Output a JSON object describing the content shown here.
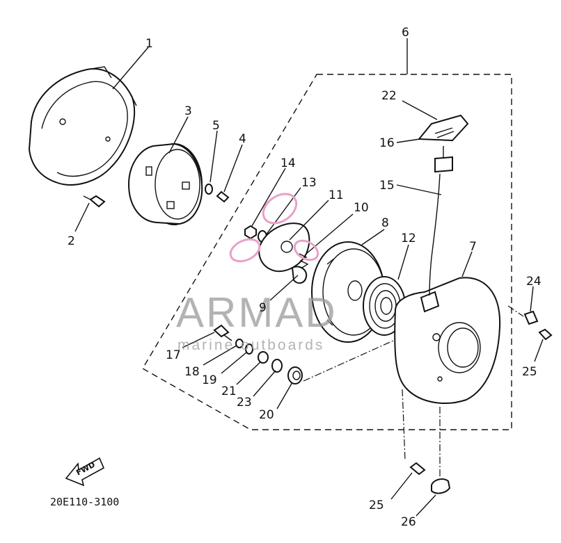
{
  "diagram": {
    "part_code": "20E110-3100",
    "fwd_label": "FWD",
    "watermark": {
      "brand": "ARMAD",
      "tagline": "marine outboards",
      "brand_color": "#e8a0c8"
    },
    "callouts": [
      {
        "id": "c1",
        "text": "1"
      },
      {
        "id": "c2",
        "text": "2"
      },
      {
        "id": "c3",
        "text": "3"
      },
      {
        "id": "c4",
        "text": "4"
      },
      {
        "id": "c5",
        "text": "5"
      },
      {
        "id": "c6",
        "text": "6"
      },
      {
        "id": "c7",
        "text": "7"
      },
      {
        "id": "c8",
        "text": "8"
      },
      {
        "id": "c9",
        "text": "9"
      },
      {
        "id": "c10",
        "text": "10"
      },
      {
        "id": "c11",
        "text": "11"
      },
      {
        "id": "c12",
        "text": "12"
      },
      {
        "id": "c13",
        "text": "13"
      },
      {
        "id": "c14",
        "text": "14"
      },
      {
        "id": "c15",
        "text": "15"
      },
      {
        "id": "c16",
        "text": "16"
      },
      {
        "id": "c17",
        "text": "17"
      },
      {
        "id": "c18",
        "text": "18"
      },
      {
        "id": "c19",
        "text": "19"
      },
      {
        "id": "c20",
        "text": "20"
      },
      {
        "id": "c21",
        "text": "21"
      },
      {
        "id": "c22",
        "text": "22"
      },
      {
        "id": "c23",
        "text": "23"
      },
      {
        "id": "c24",
        "text": "24"
      },
      {
        "id": "c25a",
        "text": "25"
      },
      {
        "id": "c25b",
        "text": "25"
      },
      {
        "id": "c26",
        "text": "26"
      }
    ]
  }
}
